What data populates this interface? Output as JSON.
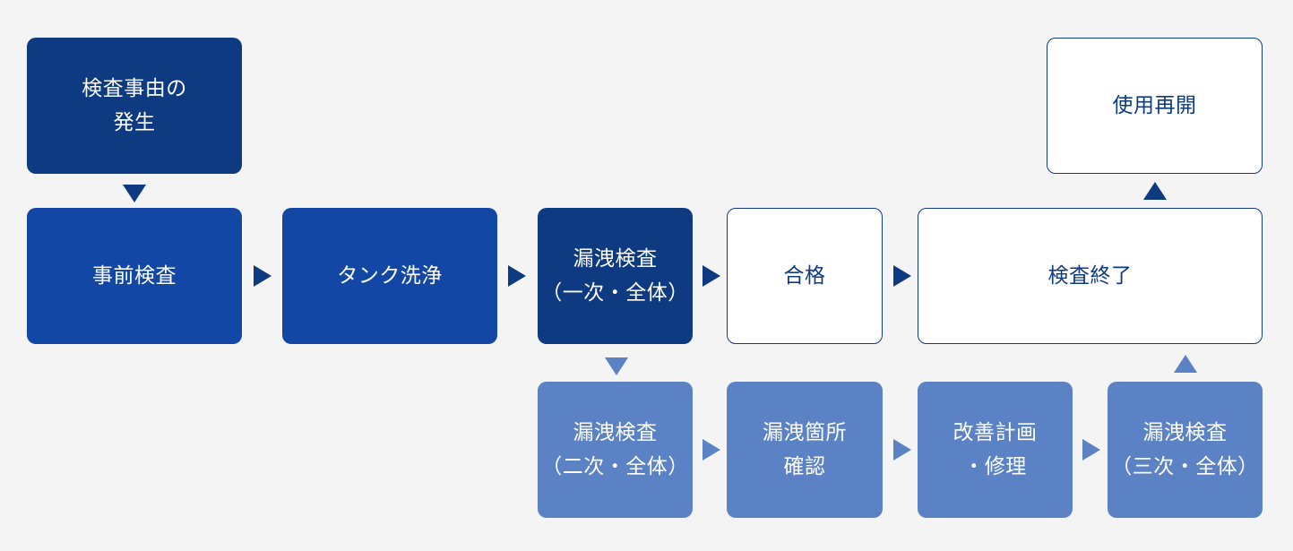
{
  "nodes": {
    "inspection_trigger": {
      "line1": "検査事由の",
      "line2": "発生"
    },
    "pre_inspection": {
      "line1": "事前検査"
    },
    "tank_cleaning": {
      "line1": "タンク洗浄"
    },
    "leak_primary": {
      "line1": "漏洩検査",
      "line2": "（一次・全体）"
    },
    "pass": {
      "line1": "合格"
    },
    "inspection_end": {
      "line1": "検査終了"
    },
    "resume_use": {
      "line1": "使用再開"
    },
    "leak_secondary": {
      "line1": "漏洩検査",
      "line2": "（二次・全体）"
    },
    "leak_location": {
      "line1": "漏洩箇所",
      "line2": "確認"
    },
    "improvement": {
      "line1": "改善計画",
      "line2": "・修理"
    },
    "leak_tertiary": {
      "line1": "漏洩検査",
      "line2": "（三次・全体）"
    }
  },
  "colors": {
    "dark": "#0d3a80",
    "mid": "#1347a6",
    "light": "#5b82c4",
    "outline_fill": "#ffffff",
    "background": "#f4f4f4"
  }
}
